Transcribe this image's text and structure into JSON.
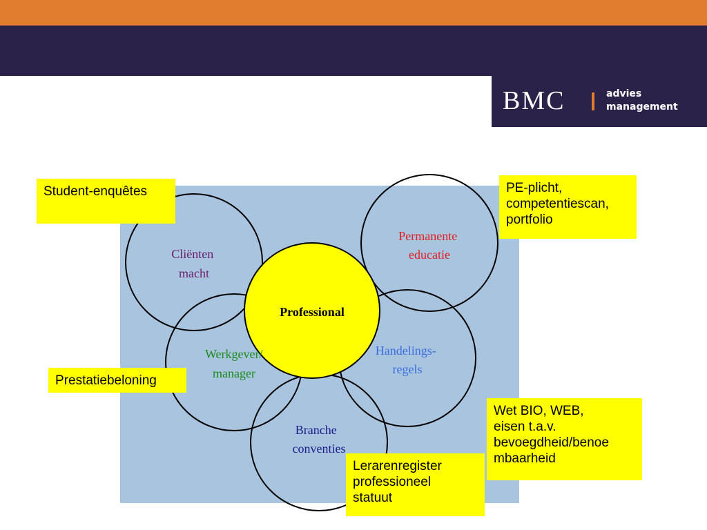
{
  "header": {
    "accent_color": "#e07c2c",
    "navy_color": "#2a2248"
  },
  "logo": {
    "brand": "BMC",
    "line1": "advies",
    "line2": "management"
  },
  "diagram": {
    "panel_color": "#a8c4de",
    "center": {
      "label": "Professional",
      "fill": "#ffff00"
    },
    "circles": [
      {
        "id": "clienten",
        "lines": [
          "Cliënten",
          "macht"
        ],
        "color": "#6b1f6b"
      },
      {
        "id": "permanente",
        "lines": [
          "Permanente",
          "educatie"
        ],
        "color": "#e02020"
      },
      {
        "id": "werkgever",
        "lines": [
          "Werkgever/",
          "manager"
        ],
        "color": "#1a8a1a"
      },
      {
        "id": "handelings",
        "lines": [
          "Handelings-",
          "regels"
        ],
        "color": "#3a6ee0"
      },
      {
        "id": "branche",
        "lines": [
          "Branche",
          "conventies"
        ],
        "color": "#1a1a8a"
      }
    ]
  },
  "notes": {
    "student": [
      "Student-enquêtes"
    ],
    "pe": [
      "PE-plicht,",
      "competentiescan,",
      "portfolio"
    ],
    "prestatie": [
      "Prestatiebeloning"
    ],
    "wet": [
      "Wet BIO, WEB,",
      "eisen t.a.v.",
      "bevoegdheid/benoe",
      "mbaarheid"
    ],
    "leraren": [
      "Lerarenregister",
      "professioneel",
      "statuut"
    ]
  }
}
